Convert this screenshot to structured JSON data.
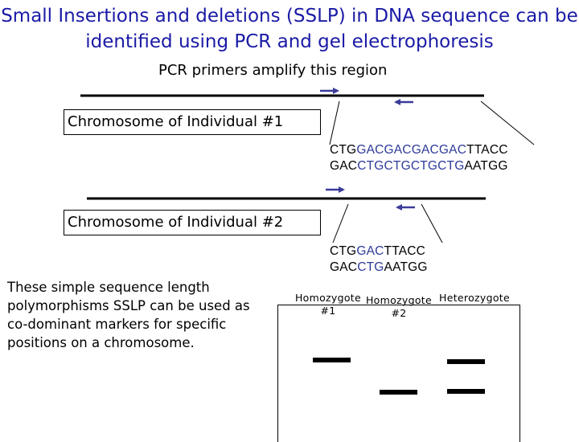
{
  "title": {
    "line1": "Small Insertions and deletions (SSLP) in DNA sequence can be",
    "line2": "identified using PCR and gel electrophoresis"
  },
  "primer_caption": "PCR primers amplify this region",
  "individual1": {
    "label": "Chromosome of Individual #1",
    "top_seq": [
      {
        "text": "CTG",
        "blue": false
      },
      {
        "text": "GACGACGACGAC",
        "blue": true
      },
      {
        "text": "TTACC",
        "blue": false
      }
    ],
    "bottom_seq": [
      {
        "text": "GAC",
        "blue": false
      },
      {
        "text": "CTGCTGCTGCTG",
        "blue": true
      },
      {
        "text": "AATGG",
        "blue": false
      }
    ]
  },
  "individual2": {
    "label": "Chromosome of Individual #2",
    "top_seq": [
      {
        "text": "CTG",
        "blue": false
      },
      {
        "text": "GAC",
        "blue": true
      },
      {
        "text": "TTACC",
        "blue": false
      }
    ],
    "bottom_seq": [
      {
        "text": "GAC",
        "blue": false
      },
      {
        "text": "CTG",
        "blue": true
      },
      {
        "text": "AATGG",
        "blue": false
      }
    ]
  },
  "description": "These simple sequence length polymorphisms SSLP can be used as co-dominant markers for specific positions on a chromosome.",
  "description_lines": [
    "These simple sequence length",
    "polymorphisms SSLP can be used as",
    "co-dominant markers for specific",
    "positions on a chromosome."
  ],
  "gel": {
    "lanes": [
      {
        "name": "Homozygote",
        "number": "#1"
      },
      {
        "name": "Homozygote",
        "number": "#2"
      },
      {
        "name": "Heterozygote",
        "number": ""
      }
    ]
  },
  "colors": {
    "title": "#1a1aa6",
    "primer_arrow": "#3b3b9a",
    "sequence_repeat": "#2e3a99"
  }
}
